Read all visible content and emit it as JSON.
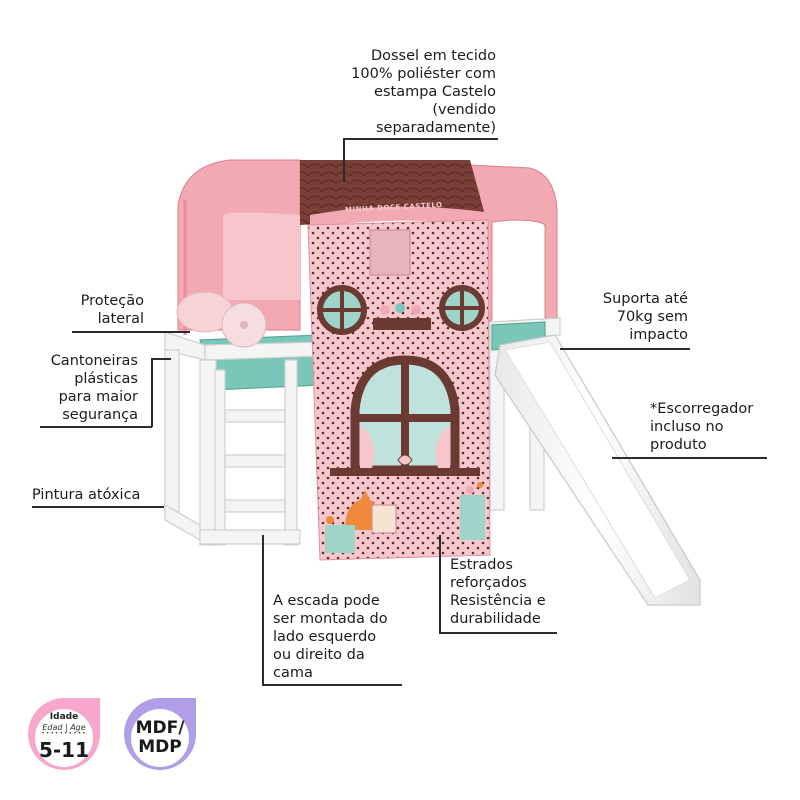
{
  "callouts": {
    "canopy": [
      "Dossel em tecido",
      "100% poliéster com",
      "estampa Castelo",
      "(vendido",
      "separadamente)"
    ],
    "side_protection": [
      "Proteção",
      "lateral"
    ],
    "corners": [
      "Cantoneiras",
      "plásticas",
      "para maior",
      "segurança"
    ],
    "paint": [
      "Pintura atóxica"
    ],
    "support": [
      "Suporta até",
      "70kg sem",
      "impacto"
    ],
    "slide": [
      "*Escorregador",
      "incluso no",
      "produto"
    ],
    "slats": [
      "Estrados",
      "reforçados",
      "Resistência e",
      "durabilidade"
    ],
    "ladder": [
      "A escada pode",
      "ser montada do",
      "lado esquerdo",
      "ou direito da",
      "cama"
    ]
  },
  "canopy_banner": "MINHA DOCE CASTELO",
  "badges": {
    "age": {
      "title": "Idade",
      "subtitle": "Edad | Age",
      "value": "5-11"
    },
    "material": {
      "line1": "MDF/",
      "line2": "MDP"
    }
  },
  "colors": {
    "pink_light": "#f6c8cd",
    "pink": "#f2a9b2",
    "pink_dark": "#e7909b",
    "brown": "#7a3f36",
    "teal": "#79c7b8",
    "white_frame": "#f4f4f4",
    "badge_pink": "#f7a7cb",
    "badge_purple": "#b29ee6"
  }
}
